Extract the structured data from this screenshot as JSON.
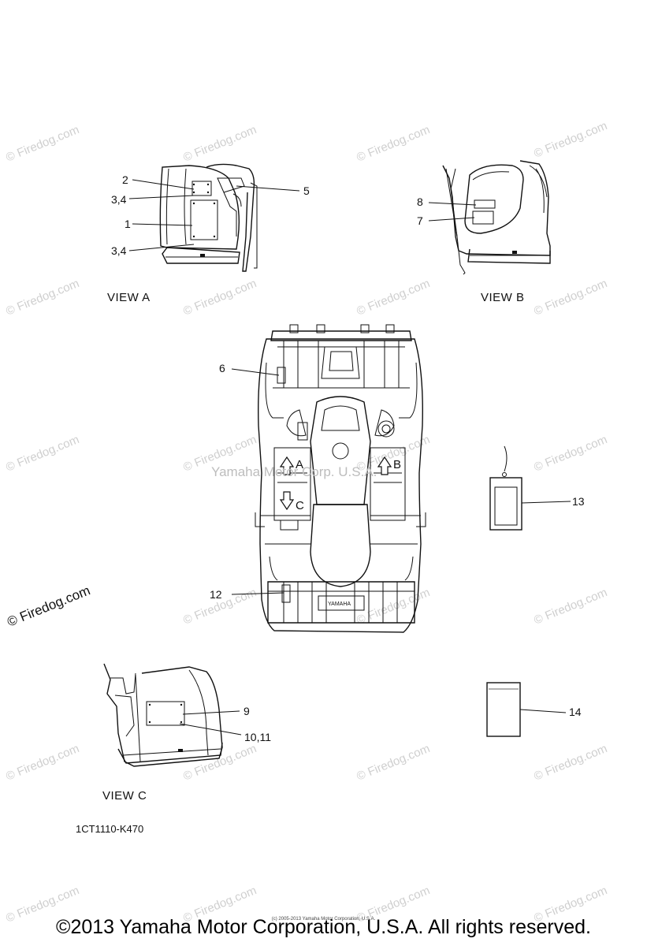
{
  "views": {
    "a": "VIEW A",
    "b": "VIEW B",
    "c": "VIEW C"
  },
  "callouts": {
    "c1": "1",
    "c2": "2",
    "c34a": "3,4",
    "c34b": "3,4",
    "c5": "5",
    "c6": "6",
    "c7": "7",
    "c8": "8",
    "c9": "9",
    "c1011": "10,11",
    "c12": "12",
    "c13": "13",
    "c14": "14"
  },
  "arrows": {
    "a": "A",
    "b": "B",
    "c": "C"
  },
  "part_number": "1CT1110-K470",
  "watermark": "© Firedog.com",
  "center_watermark": "Yamaha Motor Corp. U.S.A.",
  "tiny_copyright": "(c) 2005-2013 Yamaha Motor Corporation, U.S.A.",
  "copyright": "©2013 Yamaha Motor Corporation, U.S.A. All rights reserved."
}
